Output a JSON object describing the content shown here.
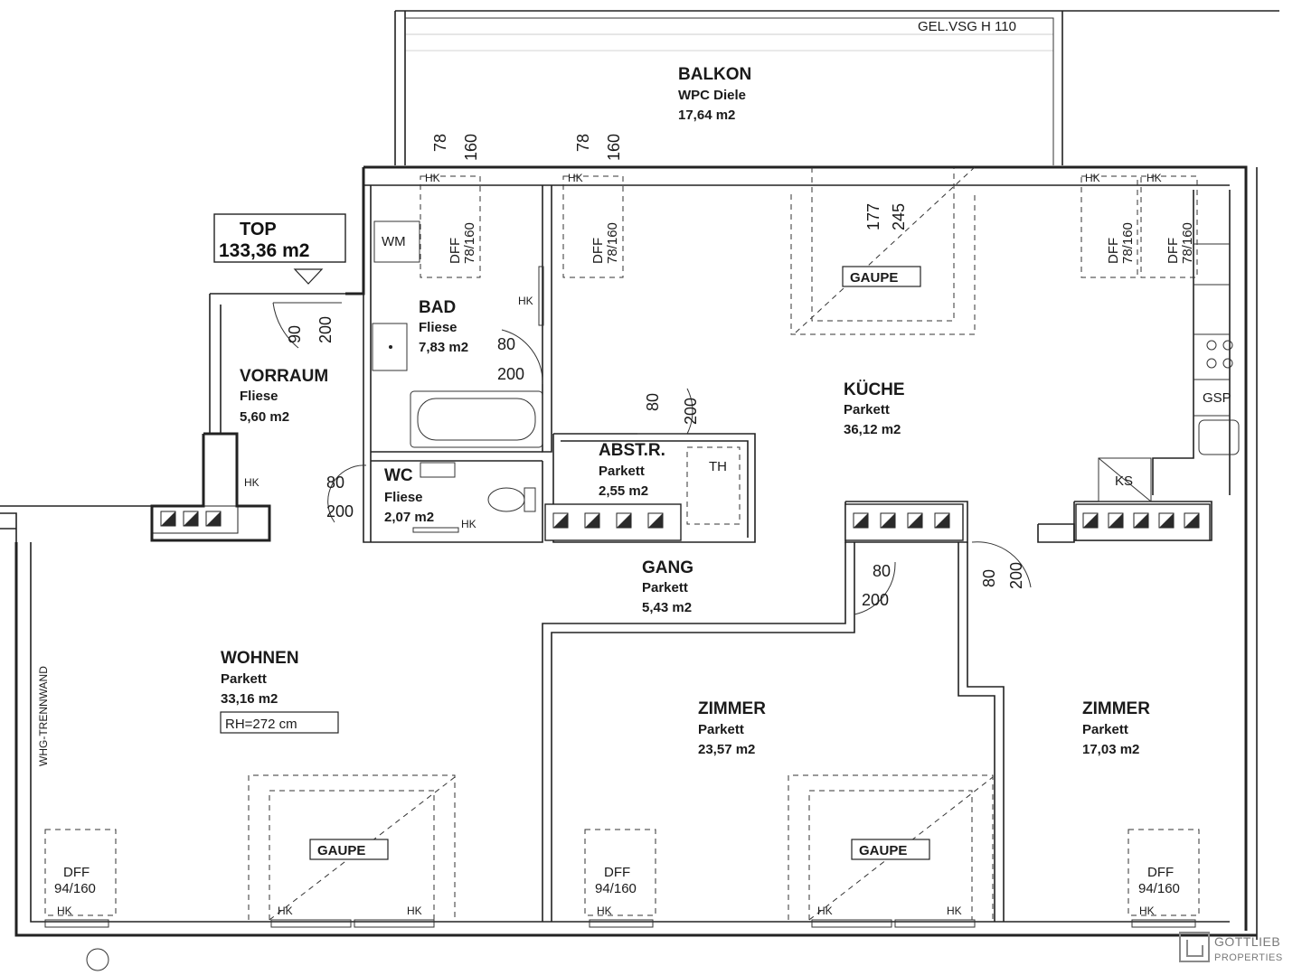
{
  "header": {
    "railing_note": "GEL.VSG H 110"
  },
  "top": {
    "label": "TOP",
    "area": "133,36 m2"
  },
  "rooms": [
    {
      "id": "balkon",
      "name": "BALKON",
      "floor": "WPC Diele",
      "area": "17,64 m2"
    },
    {
      "id": "vorraum",
      "name": "VORRAUM",
      "floor": "Fliese",
      "area": "5,60 m2"
    },
    {
      "id": "bad",
      "name": "BAD",
      "floor": "Fliese",
      "area": "7,83 m2"
    },
    {
      "id": "wc",
      "name": "WC",
      "floor": "Fliese",
      "area": "2,07 m2"
    },
    {
      "id": "abstr",
      "name": "ABST.R.",
      "floor": "Parkett",
      "area": "2,55 m2"
    },
    {
      "id": "kueche",
      "name": "KÜCHE",
      "floor": "Parkett",
      "area": "36,12 m2"
    },
    {
      "id": "gang",
      "name": "GANG",
      "floor": "Parkett",
      "area": "5,43 m2"
    },
    {
      "id": "wohnen",
      "name": "WOHNEN",
      "floor": "Parkett",
      "area": "33,16 m2"
    },
    {
      "id": "zimmer1",
      "name": "ZIMMER",
      "floor": "Parkett",
      "area": "23,57 m2"
    },
    {
      "id": "zimmer2",
      "name": "ZIMMER",
      "floor": "Parkett",
      "area": "17,03 m2"
    }
  ],
  "notes": {
    "room_height": "RH=272 cm",
    "party_wall": "WHG-TRENNWAND",
    "dormer": "GAUPE",
    "heater": "HK",
    "washer": "WM",
    "dishwasher": "GSP",
    "fridge": "KS",
    "water_heater": "TH",
    "roof_window_small": "DFF",
    "roof_window_small_size": "78/160",
    "roof_window_large": "DFF",
    "roof_window_large_size": "94/160"
  },
  "dimensions": {
    "w78": "78",
    "h160": "160",
    "d177": "177",
    "d245": "245",
    "w90": "90",
    "w80": "80",
    "h200": "200"
  },
  "brand": {
    "line1": "GOTTLIEB",
    "line2": "PROPERTIES"
  }
}
